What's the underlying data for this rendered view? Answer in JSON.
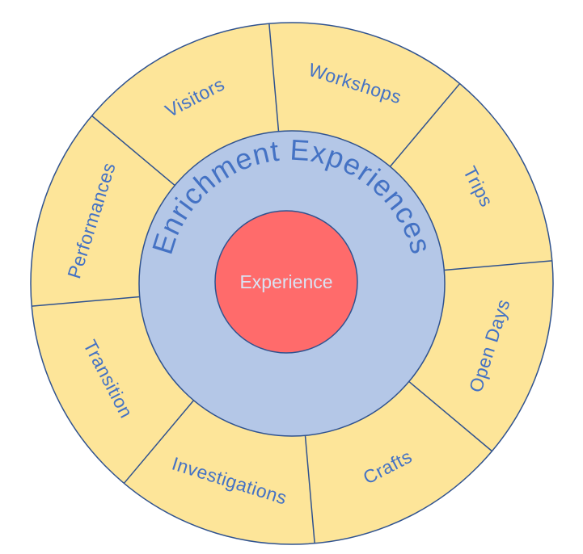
{
  "diagram": {
    "outer_segments": [
      {
        "label": "Workshops"
      },
      {
        "label": "Trips"
      },
      {
        "label": "Open Days"
      },
      {
        "label": "Crafts"
      },
      {
        "label": "Investigations"
      },
      {
        "label": "Transition"
      },
      {
        "label": "Performances"
      },
      {
        "label": "Visitors"
      }
    ],
    "middle_ring": {
      "label": "Enrichment Experiences"
    },
    "core": {
      "label": "Experience"
    }
  },
  "colors": {
    "outer_fill": "#fde599",
    "middle_fill": "#b4c7e7",
    "core_fill": "#ff6b6b",
    "stroke": "#2f528f",
    "text": "#4472c4",
    "core_text": "#dae3f3"
  }
}
